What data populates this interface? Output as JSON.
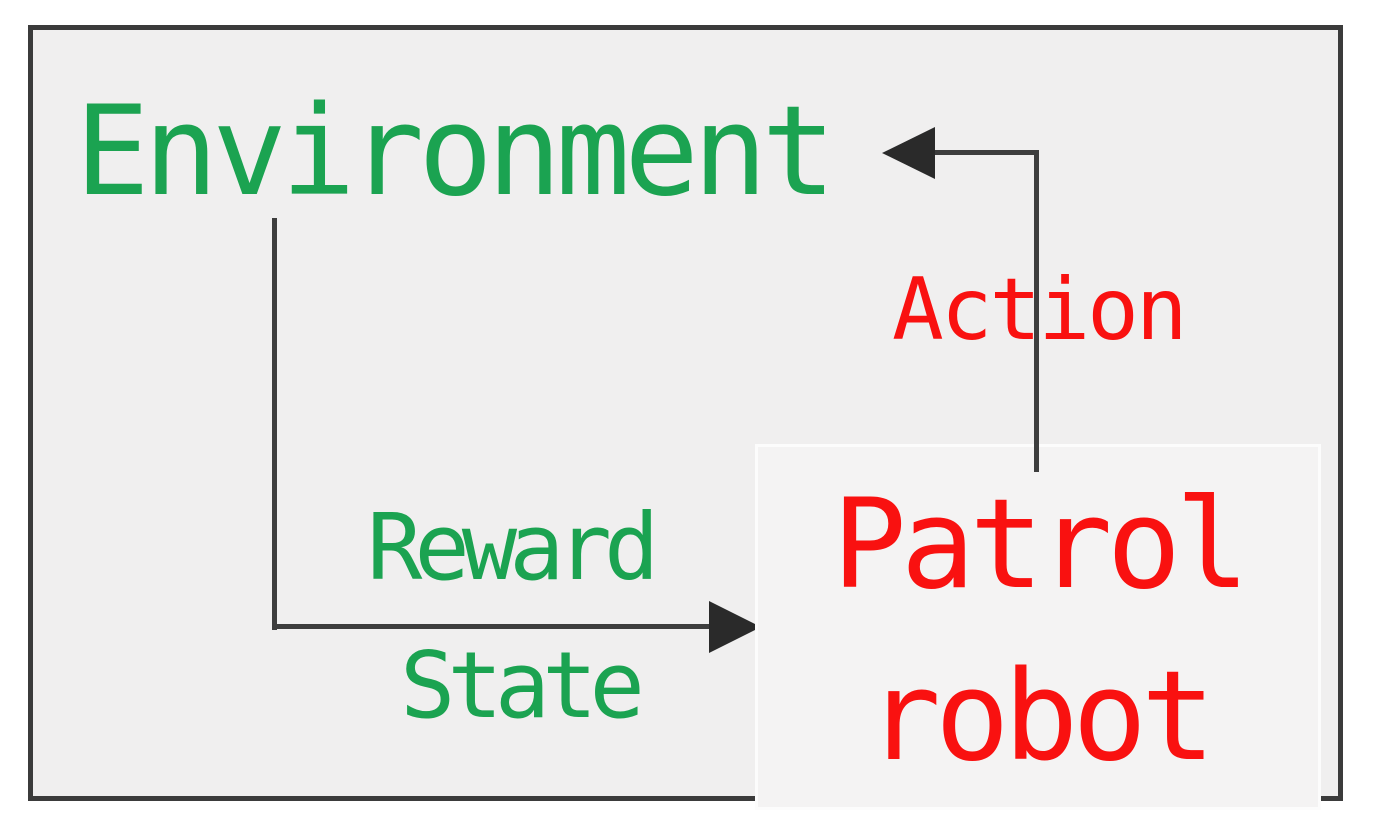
{
  "diagram": {
    "type": "reinforcement-learning-loop",
    "labels": {
      "environment": "Environment",
      "action": "Action",
      "reward": "Reward",
      "state": "State",
      "patrol_line1": "Patrol",
      "patrol_line2": "robot"
    },
    "nodes": [
      {
        "id": "environment",
        "label": "Environment",
        "text_color": "#1ba351",
        "shape": "text"
      },
      {
        "id": "patrol-robot",
        "label": "Patrol robot",
        "text_color": "#f91110",
        "shape": "box"
      }
    ],
    "edges": [
      {
        "from": "patrol-robot",
        "to": "environment",
        "label": "Action",
        "label_color": "#f91110",
        "direction": "up-then-left"
      },
      {
        "from": "environment",
        "to": "patrol-robot",
        "labels": [
          "Reward",
          "State"
        ],
        "label_color": "#1ba351",
        "direction": "down-then-right"
      }
    ],
    "colors": {
      "green_text": "#1ba351",
      "red_text": "#f91110",
      "connector_line": "#3d3d3d",
      "arrowhead": "#2a2a2a",
      "frame_border": "#3b3b3b",
      "canvas_background": "#f0efef",
      "box_background": "#f4f3f3",
      "box_border": "#fcfcfc",
      "page_background": "#ffffff"
    }
  }
}
